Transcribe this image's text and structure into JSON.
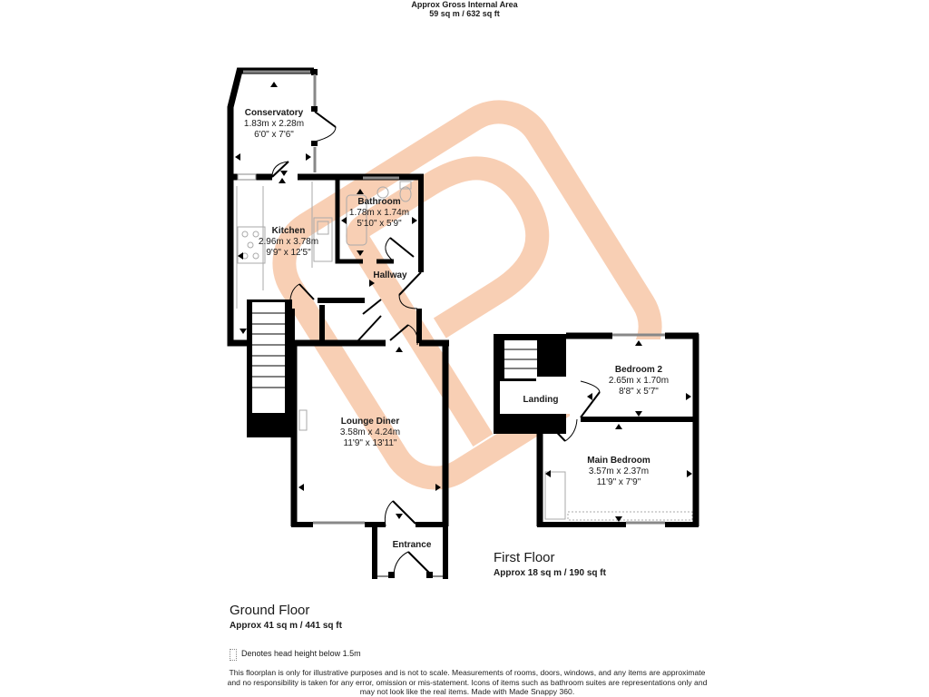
{
  "header": {
    "title": "Approx Gross Internal Area",
    "total_area": "59 sq m / 632 sq ft"
  },
  "watermark": {
    "icon": "p-logo-watermark-icon",
    "color": "#f7c9a8"
  },
  "ground_floor": {
    "title": "Ground Floor",
    "area": "Approx 41 sq m / 441 sq ft",
    "rooms": [
      {
        "name": "Conservatory",
        "metric": "1.83m x 2.28m",
        "imperial": "6'0\" x 7'6\""
      },
      {
        "name": "Kitchen",
        "metric": "2.96m x 3.78m",
        "imperial": "9'9\" x 12'5\""
      },
      {
        "name": "Bathroom",
        "metric": "1.78m x 1.74m",
        "imperial": "5'10\" x 5'9\""
      },
      {
        "name": "Hallway",
        "metric": "",
        "imperial": ""
      },
      {
        "name": "Lounge Diner",
        "metric": "3.58m x 4.24m",
        "imperial": "11'9\" x 13'11\""
      },
      {
        "name": "Entrance",
        "metric": "",
        "imperial": ""
      }
    ]
  },
  "first_floor": {
    "title": "First Floor",
    "area": "Approx 18 sq m / 190 sq ft",
    "rooms": [
      {
        "name": "Bedroom 2",
        "metric": "2.65m x 1.70m",
        "imperial": "8'8\" x 5'7\""
      },
      {
        "name": "Landing",
        "metric": "",
        "imperial": ""
      },
      {
        "name": "Main Bedroom",
        "metric": "3.57m x 2.37m",
        "imperial": "11'9\" x 7'9\""
      }
    ]
  },
  "legend": {
    "icon": "head-height-box-icon",
    "text": "Denotes head height below 1.5m"
  },
  "disclaimer": {
    "line1": "This floorplan is only for illustrative purposes and is not to scale. Measurements of rooms, doors, windows, and any items are approximate",
    "line2": "and no responsibility is taken for any error, omission or mis-statement. Icons of items such as bathroom suites are representations only and",
    "line3": "may not look like the real items. Made with Made Snappy 360."
  },
  "colors": {
    "wall": "#000000",
    "fixture": "#aaaaaa",
    "watermark": "#f7c9a8"
  }
}
